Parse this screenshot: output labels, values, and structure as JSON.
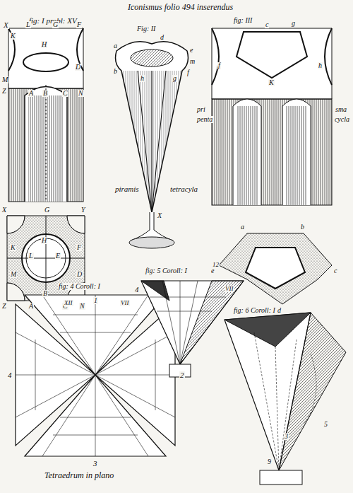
{
  "diagram": {
    "title": "Iconismus folio 494 inserendus",
    "labels": [
      "fig: I probl: XV",
      "X",
      "K",
      "L",
      "G",
      "H",
      "F",
      "D",
      "M",
      "Z",
      "A",
      "B",
      "C",
      "N",
      "X",
      "G",
      "Y",
      "H",
      "K",
      "F",
      "L",
      "E",
      "M",
      "D",
      "B",
      "Z",
      "A",
      "C",
      "N",
      "Fig: II",
      "a",
      "d",
      "e",
      "m",
      "b",
      "f",
      "h",
      "g",
      "piramis",
      "tetracyla",
      "X",
      "fig: III",
      "c",
      "g",
      "f",
      "h",
      "K",
      "pri",
      "penta",
      "sma",
      "cycla",
      "a",
      "b",
      "e",
      "c",
      "d",
      "fig: 4 Coroll: I",
      "1",
      "XII",
      "VII",
      "4",
      "2",
      "3",
      "Tetraedrum in plano",
      "fig: 5 Coroll: I",
      "12",
      "4",
      "VII",
      "fig: 6 Coroll: I",
      "5",
      "3",
      "9"
    ]
  }
}
